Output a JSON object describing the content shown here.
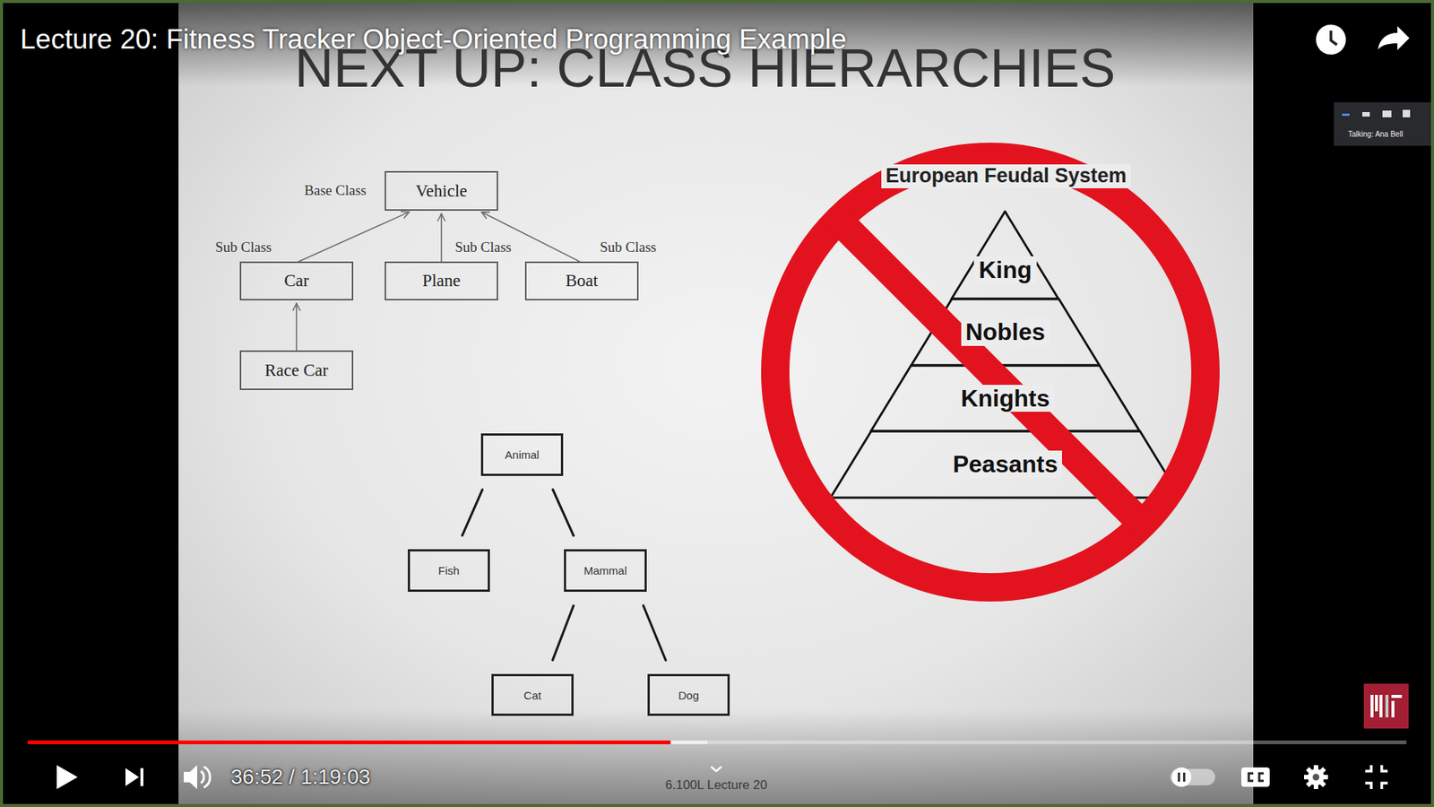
{
  "diagram": {
    "title": "NEXT UP: CLASS HIERARCHIES",
    "nodes": [
      {
        "text": [
          "Vehicle"
        ]
      },
      {
        "text": [
          "Car"
        ]
      },
      {
        "text": [
          "Plane"
        ]
      },
      {
        "text": [
          "Boat"
        ]
      },
      {
        "text": [
          "Race Car"
        ]
      },
      {
        "text": [
          "Animal"
        ]
      },
      {
        "text": [
          "Fish"
        ]
      },
      {
        "text": [
          "Mammal"
        ]
      },
      {
        "text": [
          "Cat"
        ]
      },
      {
        "text": [
          "Dog"
        ]
      },
      {
        "text": [
          "King"
        ]
      },
      {
        "text": [
          "Nobles"
        ]
      },
      {
        "text": [
          "Knights"
        ]
      },
      {
        "text": [
          "Peasants"
        ]
      }
    ],
    "edges": [
      {
        "from": 1,
        "to": 0,
        "arrow": "to"
      },
      {
        "from": 2,
        "to": 0,
        "arrow": "to"
      },
      {
        "from": 3,
        "to": 0,
        "arrow": "to"
      },
      {
        "from": 4,
        "to": 1,
        "arrow": "to"
      },
      {
        "from": 5,
        "to": 6,
        "arrow": "none"
      },
      {
        "from": 5,
        "to": 7,
        "arrow": "none"
      },
      {
        "from": 7,
        "to": 8,
        "arrow": "none"
      },
      {
        "from": 7,
        "to": 9,
        "arrow": "none"
      }
    ],
    "labels": [
      "Lecture 20: Fitness Tracker Object-Oriented Programming Example",
      "Base Class",
      "Sub Class",
      "Sub Class",
      "Sub Class",
      "European Feudal System",
      "36:52 / 1:19:03",
      "6.100L Lecture 20",
      "Talking: Ana Bell"
    ]
  }
}
